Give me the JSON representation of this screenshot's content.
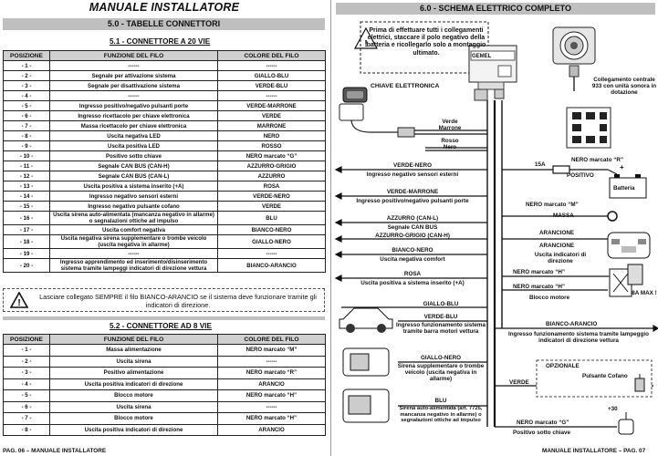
{
  "left": {
    "header": "MANUALE INSTALLATORE",
    "section_bar": "5.0 - TABELLE CONNETTORI",
    "table1": {
      "title": "5.1 - CONNETTORE A 20 VIE",
      "columns": [
        "POSIZIONE",
        "FUNZIONE DEL FILO",
        "COLORE DEL FILO"
      ],
      "rows": [
        [
          "- 1 -",
          "------",
          "------"
        ],
        [
          "- 2 -",
          "Segnale per attivazione sistema",
          "GIALLO-BLU"
        ],
        [
          "- 3 -",
          "Segnale per disattivazione sistema",
          "VERDE-BLU"
        ],
        [
          "- 4 -",
          "------",
          "------"
        ],
        [
          "- 5 -",
          "Ingresso positivo/negativo pulsanti porte",
          "VERDE-MARRONE"
        ],
        [
          "- 6 -",
          "Ingresso ricettacolo per chiave elettronica",
          "VERDE"
        ],
        [
          "- 7 -",
          "Massa ricettacolo per chiave elettronica",
          "MARRONE"
        ],
        [
          "- 8 -",
          "Uscita negativa LED",
          "NERO"
        ],
        [
          "- 9 -",
          "Uscita positiva LED",
          "ROSSO"
        ],
        [
          "- 10 -",
          "Positivo sotto chiave",
          "NERO marcato “G”"
        ],
        [
          "- 11 -",
          "Segnale CAN BUS (CAN-H)",
          "AZZURRO-GRIGIO"
        ],
        [
          "- 12 -",
          "Segnale CAN BUS (CAN-L)",
          "AZZURRO"
        ],
        [
          "- 13 -",
          "Uscita positiva a sistema inserito (+A)",
          "ROSA"
        ],
        [
          "- 14 -",
          "Ingresso negativo sensori esterni",
          "VERDE-NERO"
        ],
        [
          "- 15 -",
          "Ingresso negativo pulsante cofano",
          "VERDE"
        ],
        [
          "- 16 -",
          "Uscita sirena auto-alimentata (mancanza negativo in allarme) o segnalazioni ottiche ad impulso",
          "BLU"
        ],
        [
          "- 17 -",
          "Uscita comfort negativa",
          "BIANCO-NERO"
        ],
        [
          "- 18 -",
          "Uscita negativa sirena supplementare o trombe veicolo (uscita negativa in allarme)",
          "GIALLO-NERO"
        ],
        [
          "- 19 -",
          "------",
          "------"
        ],
        [
          "- 20 -",
          "Ingresso apprendimento ed inserimento/disinserimento sistema tramite lampeggi indicatori di direzione vettura",
          "BIANCO-ARANCIO"
        ]
      ]
    },
    "warning": "Lasciare collegato SEMPRE il filo BIANCO-ARANCIO se il sistema deve funzionare tramite gli indicatori di direzione.",
    "table2": {
      "title": "5.2 - CONNETTORE AD 8 VIE",
      "columns": [
        "POSIZIONE",
        "FUNZIONE DEL FILO",
        "COLORE DEL FILO"
      ],
      "rows": [
        [
          "- 1 -",
          "Massa alimentazione",
          "NERO marcato “M”"
        ],
        [
          "- 2 -",
          "Uscita sirena",
          "------"
        ],
        [
          "- 3 -",
          "Positivo alimentazione",
          "NERO marcato “R”"
        ],
        [
          "- 4 -",
          "Uscita positiva indicatori di direzione",
          "ARANCIO"
        ],
        [
          "- 5 -",
          "Blocco motore",
          "NERO marcato “H”"
        ],
        [
          "- 6 -",
          "Uscita sirena",
          "------"
        ],
        [
          "- 7 -",
          "Blocco motore",
          "NERO marcato “H”"
        ],
        [
          "- 8 -",
          "Uscita positiva indicatori di direzione",
          "ARANCIO"
        ]
      ]
    },
    "footer": "PAG. 06 – MANUALE INSTALLATORE"
  },
  "right": {
    "section_bar": "6.0 - SCHEMA ELETTRICO COMPLETO",
    "note": "Prima di effettuare tutti i collegamenti elettrici, staccare il polo negativo della batteria e ricollegarlo solo a montaggio ultimato.",
    "unit_label": "GEMEL",
    "labels": {
      "chiave": "CHIAVE ELETTRONICA",
      "verde_marrone": "Verde Marrone",
      "rosso_nero": "Rosso Nero",
      "collegamento": "Collegamento centrale 933 con unità sonora in dotazione",
      "fuse": "15A",
      "nero_r": "NERO marcato “R”",
      "plus": "+",
      "positivo": "POSITIVO",
      "batteria": "Batteria",
      "nero_m": "NERO marcato “M”",
      "massa": "MASSA",
      "arancione1": "ARANCIONE",
      "arancione2": "ARANCIONE",
      "uscita_ind": "Uscita indicatori di direzione",
      "nero_h1": "NERO marcato “H”",
      "nero_h2": "NERO marcato “H”",
      "blocco": "Blocco motore",
      "relay": "8A MAX !",
      "bianco_arancio": "BIANCO-ARANCIO",
      "ingresso_lamp": "Ingresso funzionamento sistema tramite lampeggio indicatori di direzione vettura",
      "opzionale": "OPZIONALE",
      "pulsante": "Pulsante Cofano",
      "verde_r": "VERDE",
      "nero_g": "NERO marcato “G”",
      "plus30": "+30",
      "positivo_chiave": "Positivo sotto chiave"
    },
    "wires": [
      {
        "color": "VERDE-NERO",
        "desc": "Ingresso negativo sensori esterni"
      },
      {
        "color": "VERDE-MARRONE",
        "desc": "Ingresso positivo/negativo pulsanti porte"
      },
      {
        "color": "AZZURRO (CAN-L)",
        "desc": "Segnale CAN BUS"
      },
      {
        "color": "AZZURRO-GRIGIO (CAN-H)",
        "desc": ""
      },
      {
        "color": "BIANCO-NERO",
        "desc": "Uscita negativa comfort"
      },
      {
        "color": "ROSA",
        "desc": "Uscita positiva a sistema inserito (+A)"
      }
    ],
    "lower_left": [
      {
        "color": "GIALLO-BLU",
        "desc": ""
      },
      {
        "color": "VERDE-BLU",
        "desc": "Ingresso funzionamento sistema tramite barra motori vettura"
      },
      {
        "color": "GIALLO-NERO",
        "desc": "Sirena supplementare o trombe veicolo (uscita negativa in allarme)"
      },
      {
        "color": "BLU",
        "desc": "Sirena auto-alimentata (art. 7725, mancanza negativo in allarme) o segnalazioni ottiche ad impulso"
      }
    ],
    "footer": "MANUALE INSTALLATORE – PAG. 07"
  }
}
